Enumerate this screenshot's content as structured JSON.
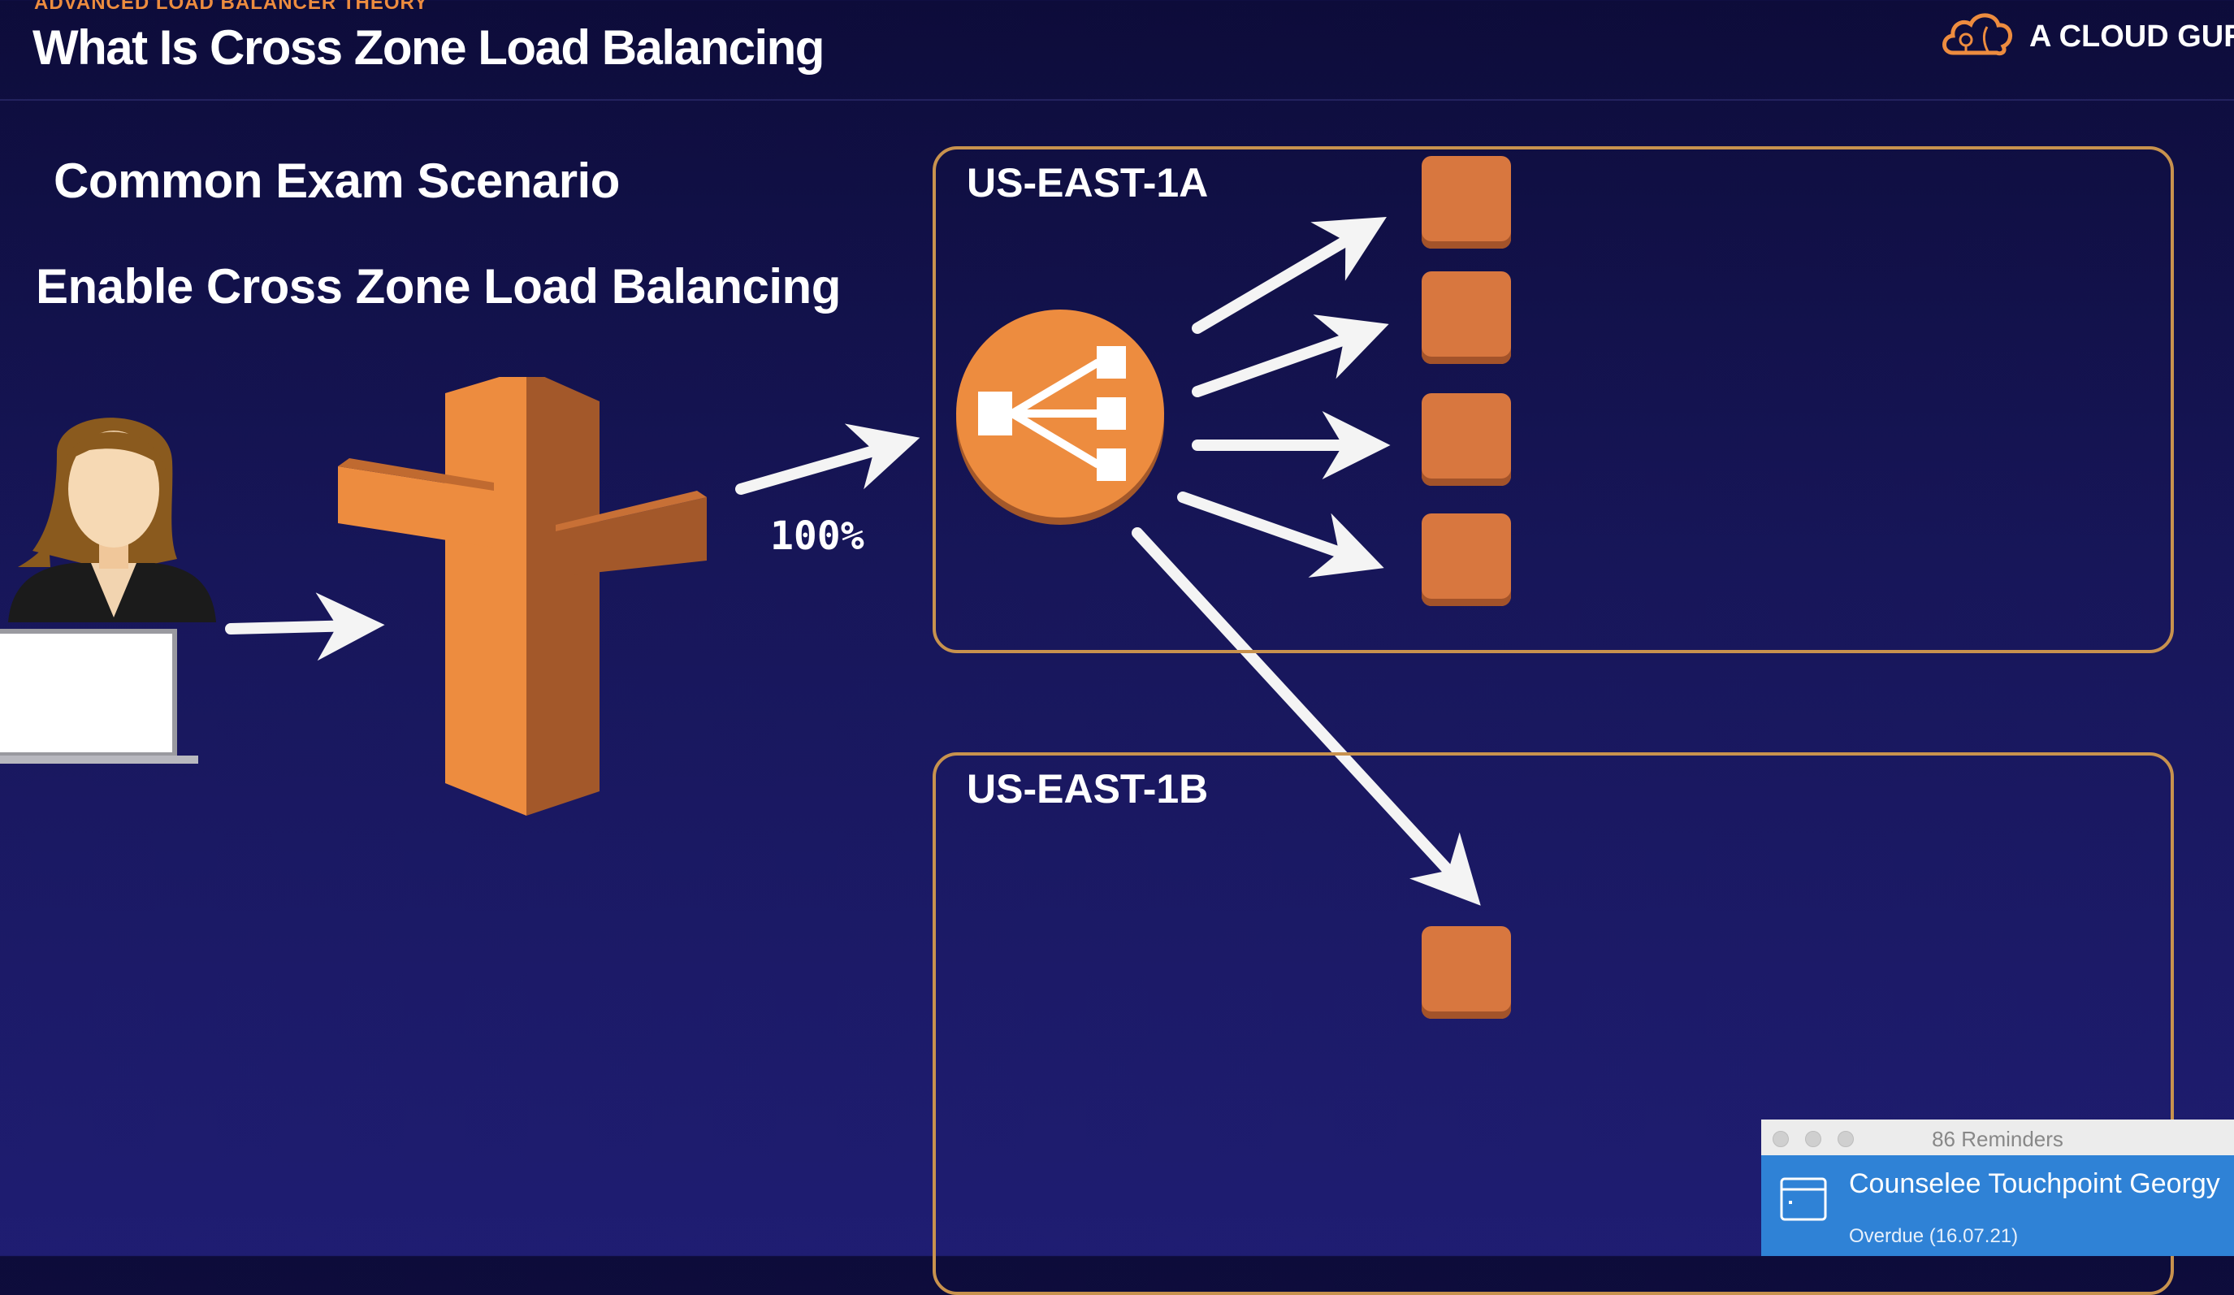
{
  "header": {
    "eyebrow": "ADVANCED LOAD BALANCER THEORY",
    "title": "What Is Cross Zone Load Balancing",
    "brand": "A CLOUD GURU"
  },
  "slide": {
    "line1": "Common Exam Scenario",
    "line2": "Enable Cross Zone Load Balancing",
    "percent": "100%",
    "zone_a": "US-EAST-1A",
    "zone_b": "US-EAST-1B"
  },
  "notification": {
    "count": "86 Reminders",
    "title": "Counselee Touchpoint Georgy",
    "subtitle": "Overdue (16.07.21)"
  },
  "colors": {
    "accent_orange": "#ed8c3f",
    "zone_border": "#c8924e",
    "background": "#171659",
    "notification_blue": "#2f82d6"
  },
  "icons": [
    "user-icon",
    "laptop-icon",
    "route53-icon",
    "load-balancer-icon",
    "cloud-logo-icon",
    "calendar-icon"
  ]
}
